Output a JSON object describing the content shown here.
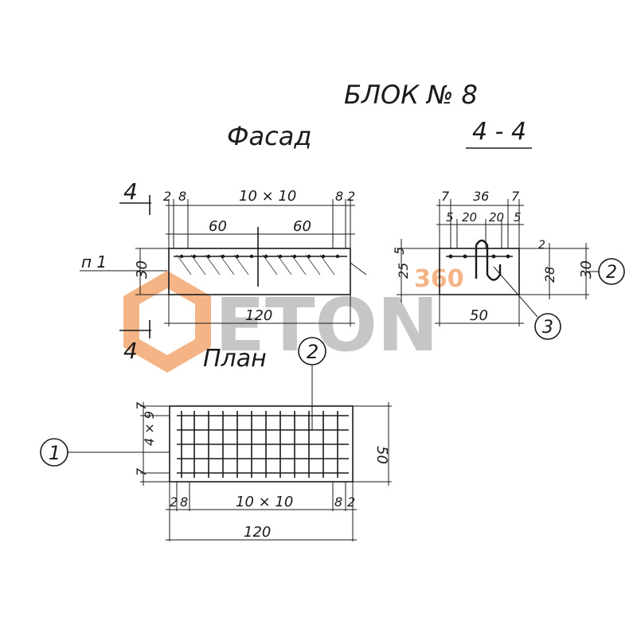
{
  "title": "БЛОК № 8",
  "facade_label": "Фасад",
  "section_label": "4 - 4",
  "plan_label": "План",
  "section_mark": "4",
  "row_label": "п 1",
  "facade": {
    "top_dims": [
      "2",
      "8",
      "10 × 10",
      "8",
      "2"
    ],
    "half_dims": [
      "60",
      "60"
    ],
    "height": "30",
    "length": "120"
  },
  "section": {
    "top_dims": [
      "7",
      "36",
      "7"
    ],
    "inner_dims": [
      "5",
      "20",
      "20",
      "5"
    ],
    "left_dims": [
      "25",
      "5"
    ],
    "right_dims": [
      "2",
      "28",
      "30"
    ],
    "width": "50",
    "callouts": [
      "2",
      "3"
    ]
  },
  "plan": {
    "left_dims": [
      "7",
      "4 × 9",
      "7"
    ],
    "right_dim": "50",
    "bottom_dims": [
      "2",
      "8",
      "10 × 10",
      "8",
      "2"
    ],
    "length": "120",
    "callouts": [
      "1",
      "2"
    ]
  },
  "watermark": {
    "text": "ETON",
    "sub": "360",
    "colors": {
      "orange": "#f4a870",
      "grey": "#bdbdbd"
    }
  },
  "colors": {
    "ink": "#1a1a1a",
    "paper": "#ffffff"
  }
}
